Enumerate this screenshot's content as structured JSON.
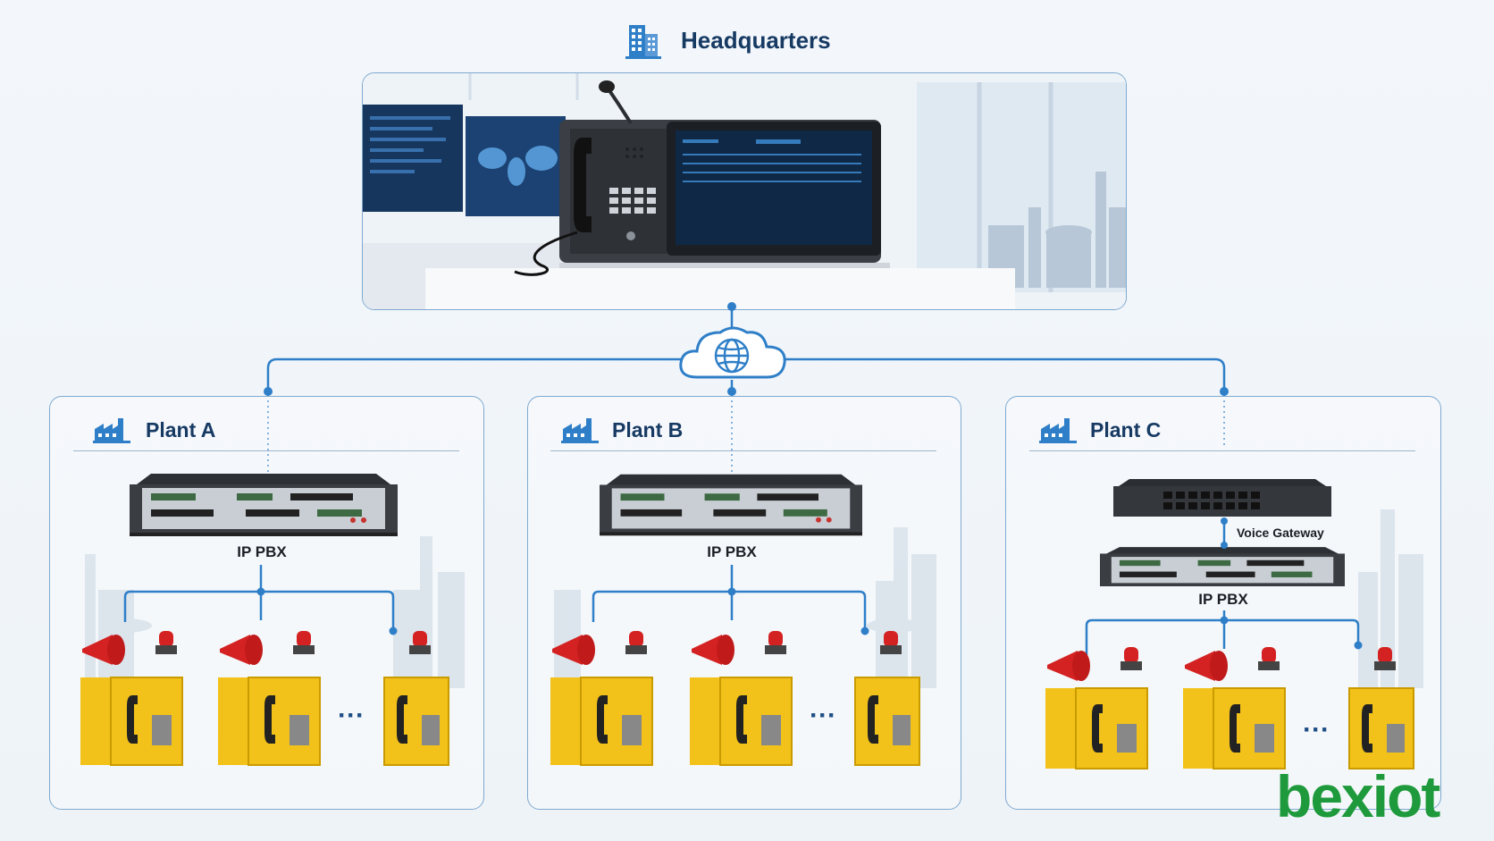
{
  "headquarters": {
    "title": "Headquarters"
  },
  "plants": [
    {
      "title": "Plant A",
      "pbx_label": "IP PBX"
    },
    {
      "title": "Plant B",
      "pbx_label": "IP PBX"
    },
    {
      "title": "Plant C",
      "pbx_label": "IP PBX",
      "gateway_label": "Voice Gateway"
    }
  ],
  "ellipsis": "···",
  "logo": {
    "text": "bexiot"
  },
  "colors": {
    "link_line": "#2f7fc8",
    "panel_border": "#7fa9cf",
    "title_text": "#173a63",
    "phone_yellow": "#f2c21a",
    "alarm_red": "#d42222",
    "logo_green": "#1e9a3c"
  }
}
